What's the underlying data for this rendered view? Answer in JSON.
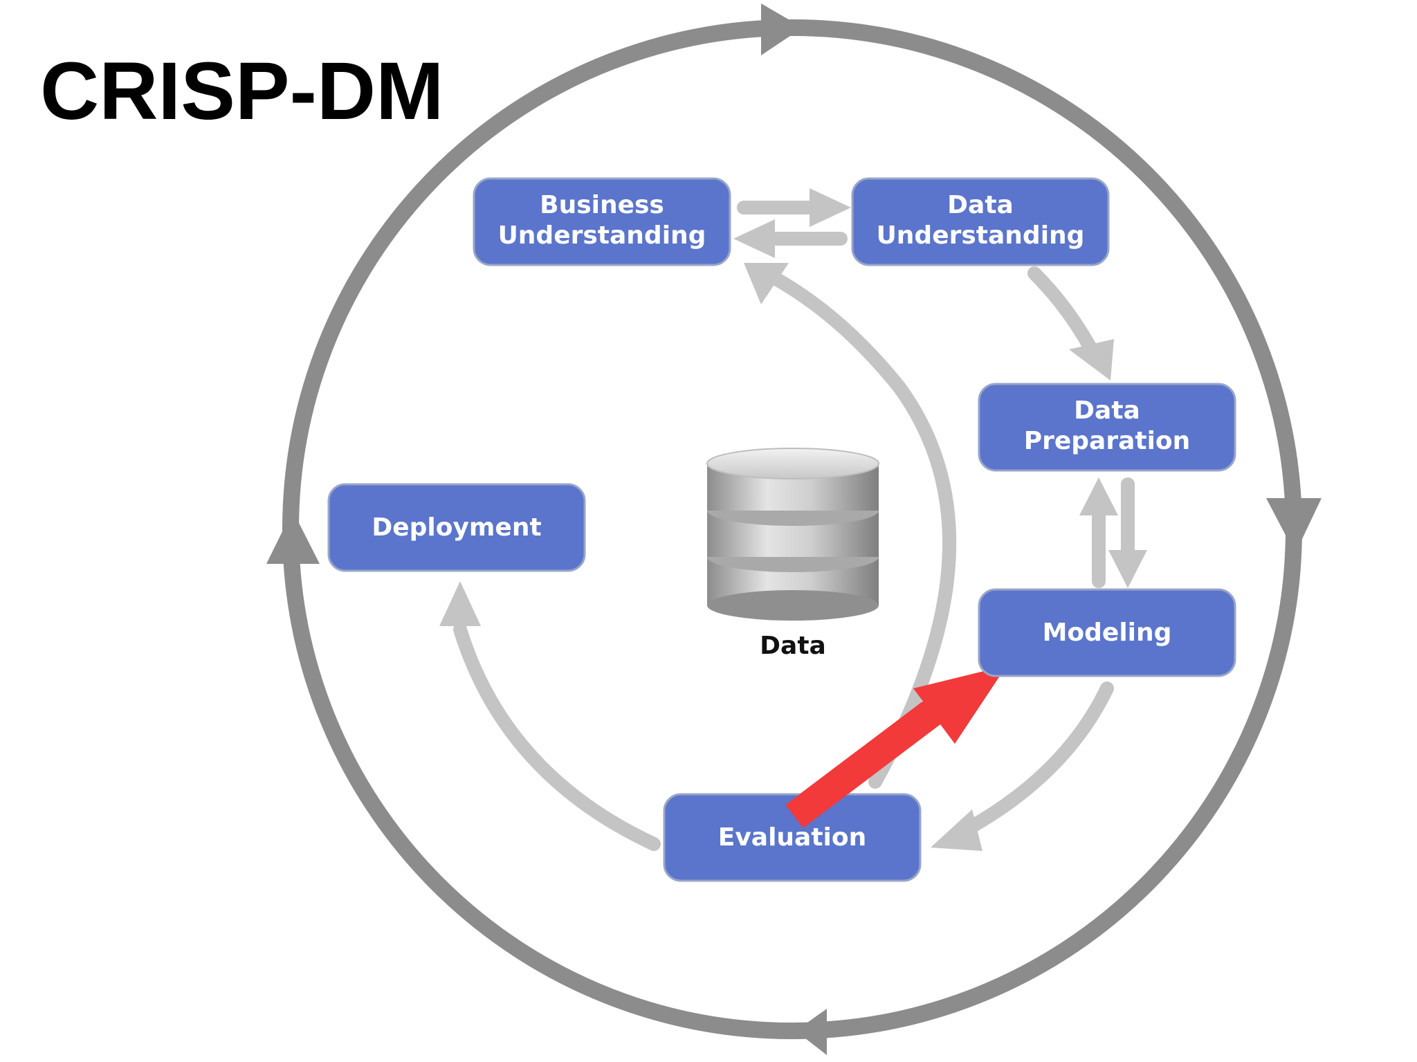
{
  "title": "CRISP-DM",
  "phases": {
    "business_understanding": [
      "Business",
      "Understanding"
    ],
    "data_understanding": [
      "Data",
      "Understanding"
    ],
    "data_preparation": [
      "Data",
      "Preparation"
    ],
    "modeling": [
      "Modeling"
    ],
    "evaluation": [
      "Evaluation"
    ],
    "deployment": [
      "Deployment"
    ]
  },
  "center_label": "Data",
  "colors": {
    "phase_box": "#5b75cc",
    "phase_box_border": "#9aa6c8",
    "outer_cycle": "#8c8c8c",
    "inner_arrows": "#c4c4c4",
    "highlight_arrow": "#f23a3a",
    "title_text": "#000000",
    "center_text": "#111111"
  },
  "icons": [
    "database-icon",
    "red-highlight-arrow-icon"
  ]
}
